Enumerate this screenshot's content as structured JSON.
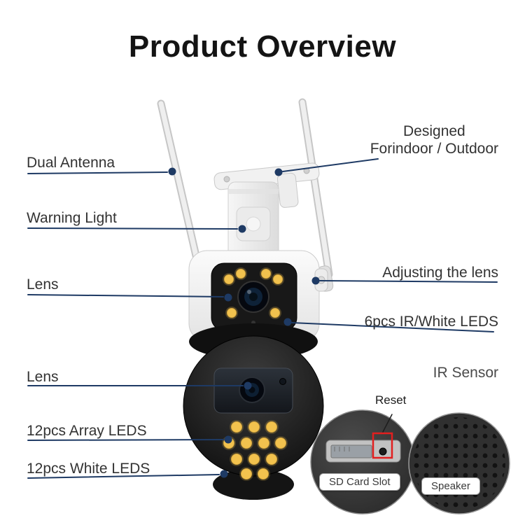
{
  "title": "Product Overview",
  "callouts": {
    "dual_antenna": "Dual Antenna",
    "warning_light": "Warning Light",
    "lens_top": "Lens",
    "designed": {
      "line1": "Designed",
      "line2": "Forindoor / Outdoor"
    },
    "adjusting_lens": "Adjusting the lens",
    "ir_white_leds": "6pcs IR/White LEDS",
    "ir_sensor": "IR Sensor",
    "lens_bottom": "Lens",
    "array_leds": "12pcs Array LEDS",
    "white_leds": "12pcs White LEDS",
    "reset": "Reset"
  },
  "insets": {
    "sd_card_slot": "SD Card Slot",
    "speaker": "Speaker"
  },
  "colors": {
    "leader_line": "#1e3a64",
    "text": "#333333",
    "accent_red": "#e21f1f",
    "led_yellow": "#f2c24e"
  }
}
